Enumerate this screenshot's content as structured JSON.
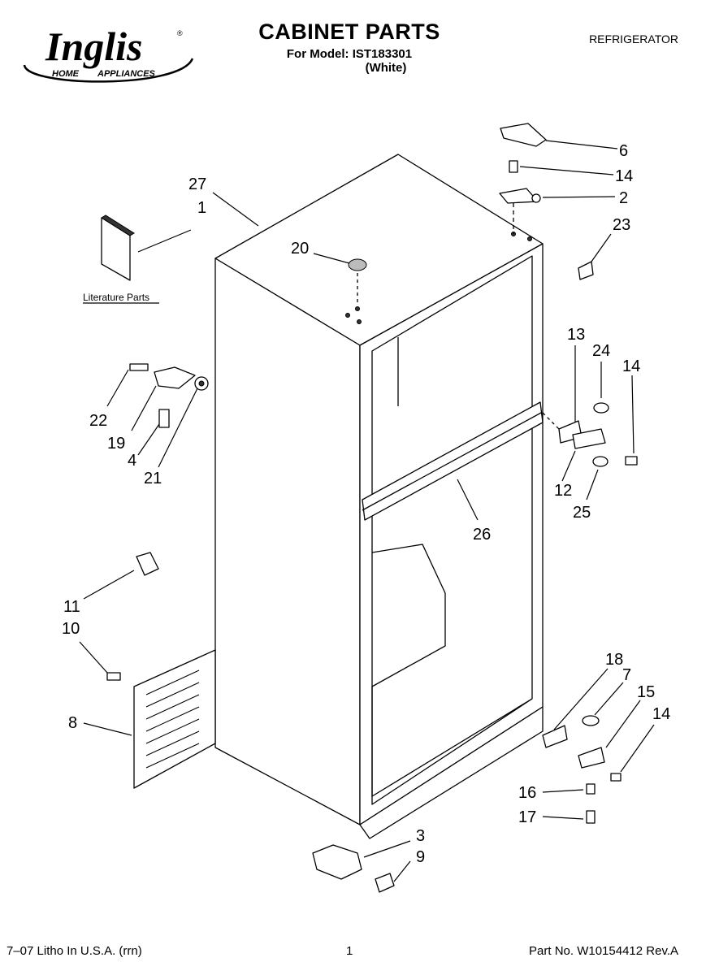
{
  "header": {
    "brand": "Inglis",
    "brand_tagline_left": "HOME",
    "brand_tagline_right": "APPLIANCES",
    "registered": "®",
    "title": "CABINET PARTS",
    "model_line": "For Model: IST183301",
    "color_line": "(White)",
    "product": "REFRIGERATOR"
  },
  "diagram": {
    "literature_label": "Literature Parts",
    "callouts": {
      "p1": "1",
      "p2": "2",
      "p3": "3",
      "p4": "4",
      "p6": "6",
      "p7": "7",
      "p8": "8",
      "p9": "9",
      "p10": "10",
      "p11": "11",
      "p12": "12",
      "p13": "13",
      "p14a": "14",
      "p14b": "14",
      "p14c": "14",
      "p15": "15",
      "p16": "16",
      "p17": "17",
      "p18": "18",
      "p19": "19",
      "p20": "20",
      "p21": "21",
      "p22": "22",
      "p23": "23",
      "p24": "24",
      "p25": "25",
      "p26": "26",
      "p27": "27"
    }
  },
  "footer": {
    "left": "7–07 Litho In U.S.A. (rrn)",
    "page": "1",
    "right": "Part No. W10154412 Rev.A"
  }
}
